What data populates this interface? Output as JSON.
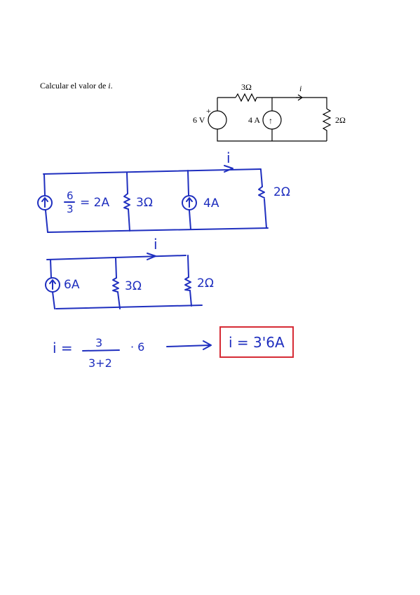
{
  "problem": {
    "text": "Calcular el valor de ",
    "variable": "i",
    "period": "."
  },
  "original_circuit": {
    "resistor_top": "3Ω",
    "current_label": "i",
    "voltage_source": "6 V",
    "voltage_plus": "+",
    "current_source": "4 A",
    "current_arrow": "↑",
    "resistor_right": "2Ω"
  },
  "step1": {
    "current_label": "i",
    "source_fraction_num": "6",
    "source_fraction_den": "3",
    "source_value": "= 2A",
    "resistor_1": "3Ω",
    "source_2": "4A",
    "resistor_2": "2Ω"
  },
  "step2": {
    "current_label": "i",
    "source": "6A",
    "resistor_1": "3Ω",
    "resistor_2": "2Ω"
  },
  "formula": {
    "lhs": "i =",
    "numerator": "3",
    "denominator": "3+2",
    "multiplier": "· 6",
    "result": "i = 3'6A"
  }
}
